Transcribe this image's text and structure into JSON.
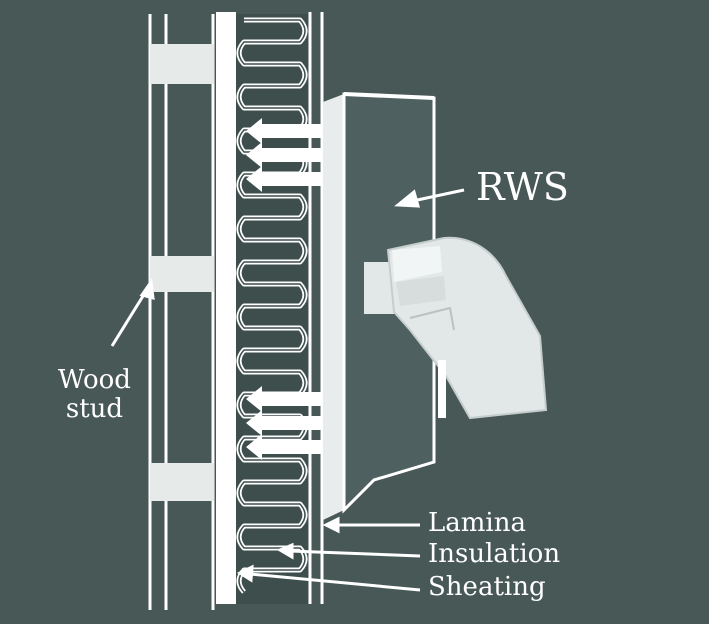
{
  "labels": {
    "rws": "RWS",
    "wood_stud_line1": "Wood",
    "wood_stud_line2": "stud",
    "lamina": "Lamina",
    "insulation": "Insulation",
    "sheathing": "Sheating"
  },
  "colors": {
    "background": "#485857",
    "line": "#ffffff",
    "block_fill": "#e6ebea",
    "rws_face": "#4e6060",
    "hand": "#e2e8e7"
  }
}
